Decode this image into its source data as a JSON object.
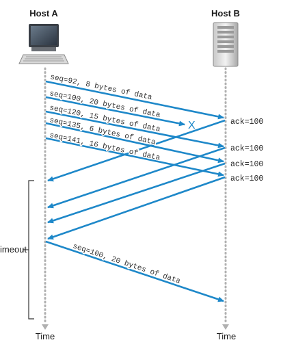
{
  "hosts": {
    "a": {
      "label": "Host A"
    },
    "b": {
      "label": "Host B"
    }
  },
  "time_label": "Time",
  "timeout_label": "imeout",
  "segments": [
    {
      "label": "seq=92, 8 bytes of data"
    },
    {
      "label": "seq=100, 20 bytes of data",
      "lost": true
    },
    {
      "label": "seq=120, 15 bytes of data"
    },
    {
      "label": "seq=135, 6 bytes of data"
    },
    {
      "label": "seq=141, 16 bytes of data"
    },
    {
      "label": "seq=100, 20 bytes of data",
      "retransmission": true
    }
  ],
  "acks": [
    {
      "label": "ack=100"
    },
    {
      "label": "ack=100"
    },
    {
      "label": "ack=100"
    },
    {
      "label": "ack=100"
    }
  ],
  "loss_marker": "X",
  "colors": {
    "arrow": "#1e88c9",
    "timeline": "#b0b0b0",
    "text": "#1a1a1a"
  },
  "icons": {
    "host_a": "desktop-computer-icon",
    "host_b": "server-tower-icon"
  }
}
